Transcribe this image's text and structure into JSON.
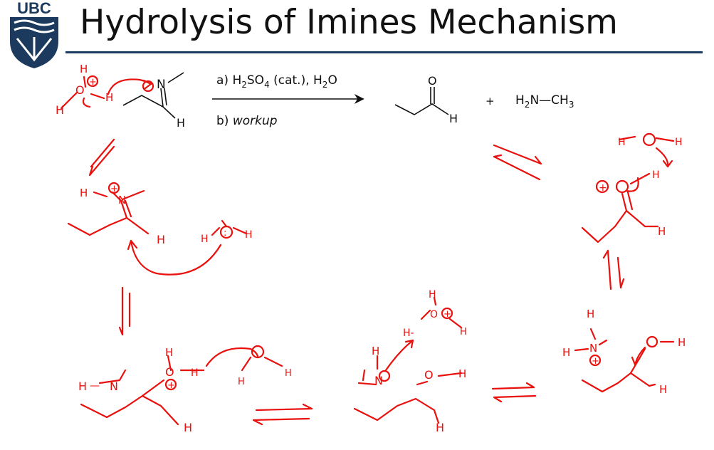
{
  "title": "Hydrolysis of Imines Mechanism",
  "logo": {
    "text": "UBC",
    "color": "#1c3a5e"
  },
  "colors": {
    "ink": "#111111",
    "annotation": "#e8110e",
    "rule": "#1c3a5e"
  },
  "reaction": {
    "reactant_n": "N",
    "reactant_h": "H",
    "condition_a": {
      "prefix": "a) H",
      "sub1": "2",
      "mid1": "SO",
      "sub2": "4",
      "mid2": " (cat.), H",
      "sub3": "2",
      "suffix": "O"
    },
    "condition_b": {
      "prefix": "b) ",
      "italic": "workup"
    },
    "product_o": "O",
    "product_h": "H",
    "plus": "+",
    "amine": {
      "prefix": "H",
      "sub1": "2",
      "mid": "N—CH",
      "sub2": "3"
    }
  },
  "annotations": {
    "h": "H",
    "o": "O",
    "n": "N",
    "plus_charge": "+",
    "lone_pair": ":",
    "dash": "—",
    "hplus": "H-"
  }
}
